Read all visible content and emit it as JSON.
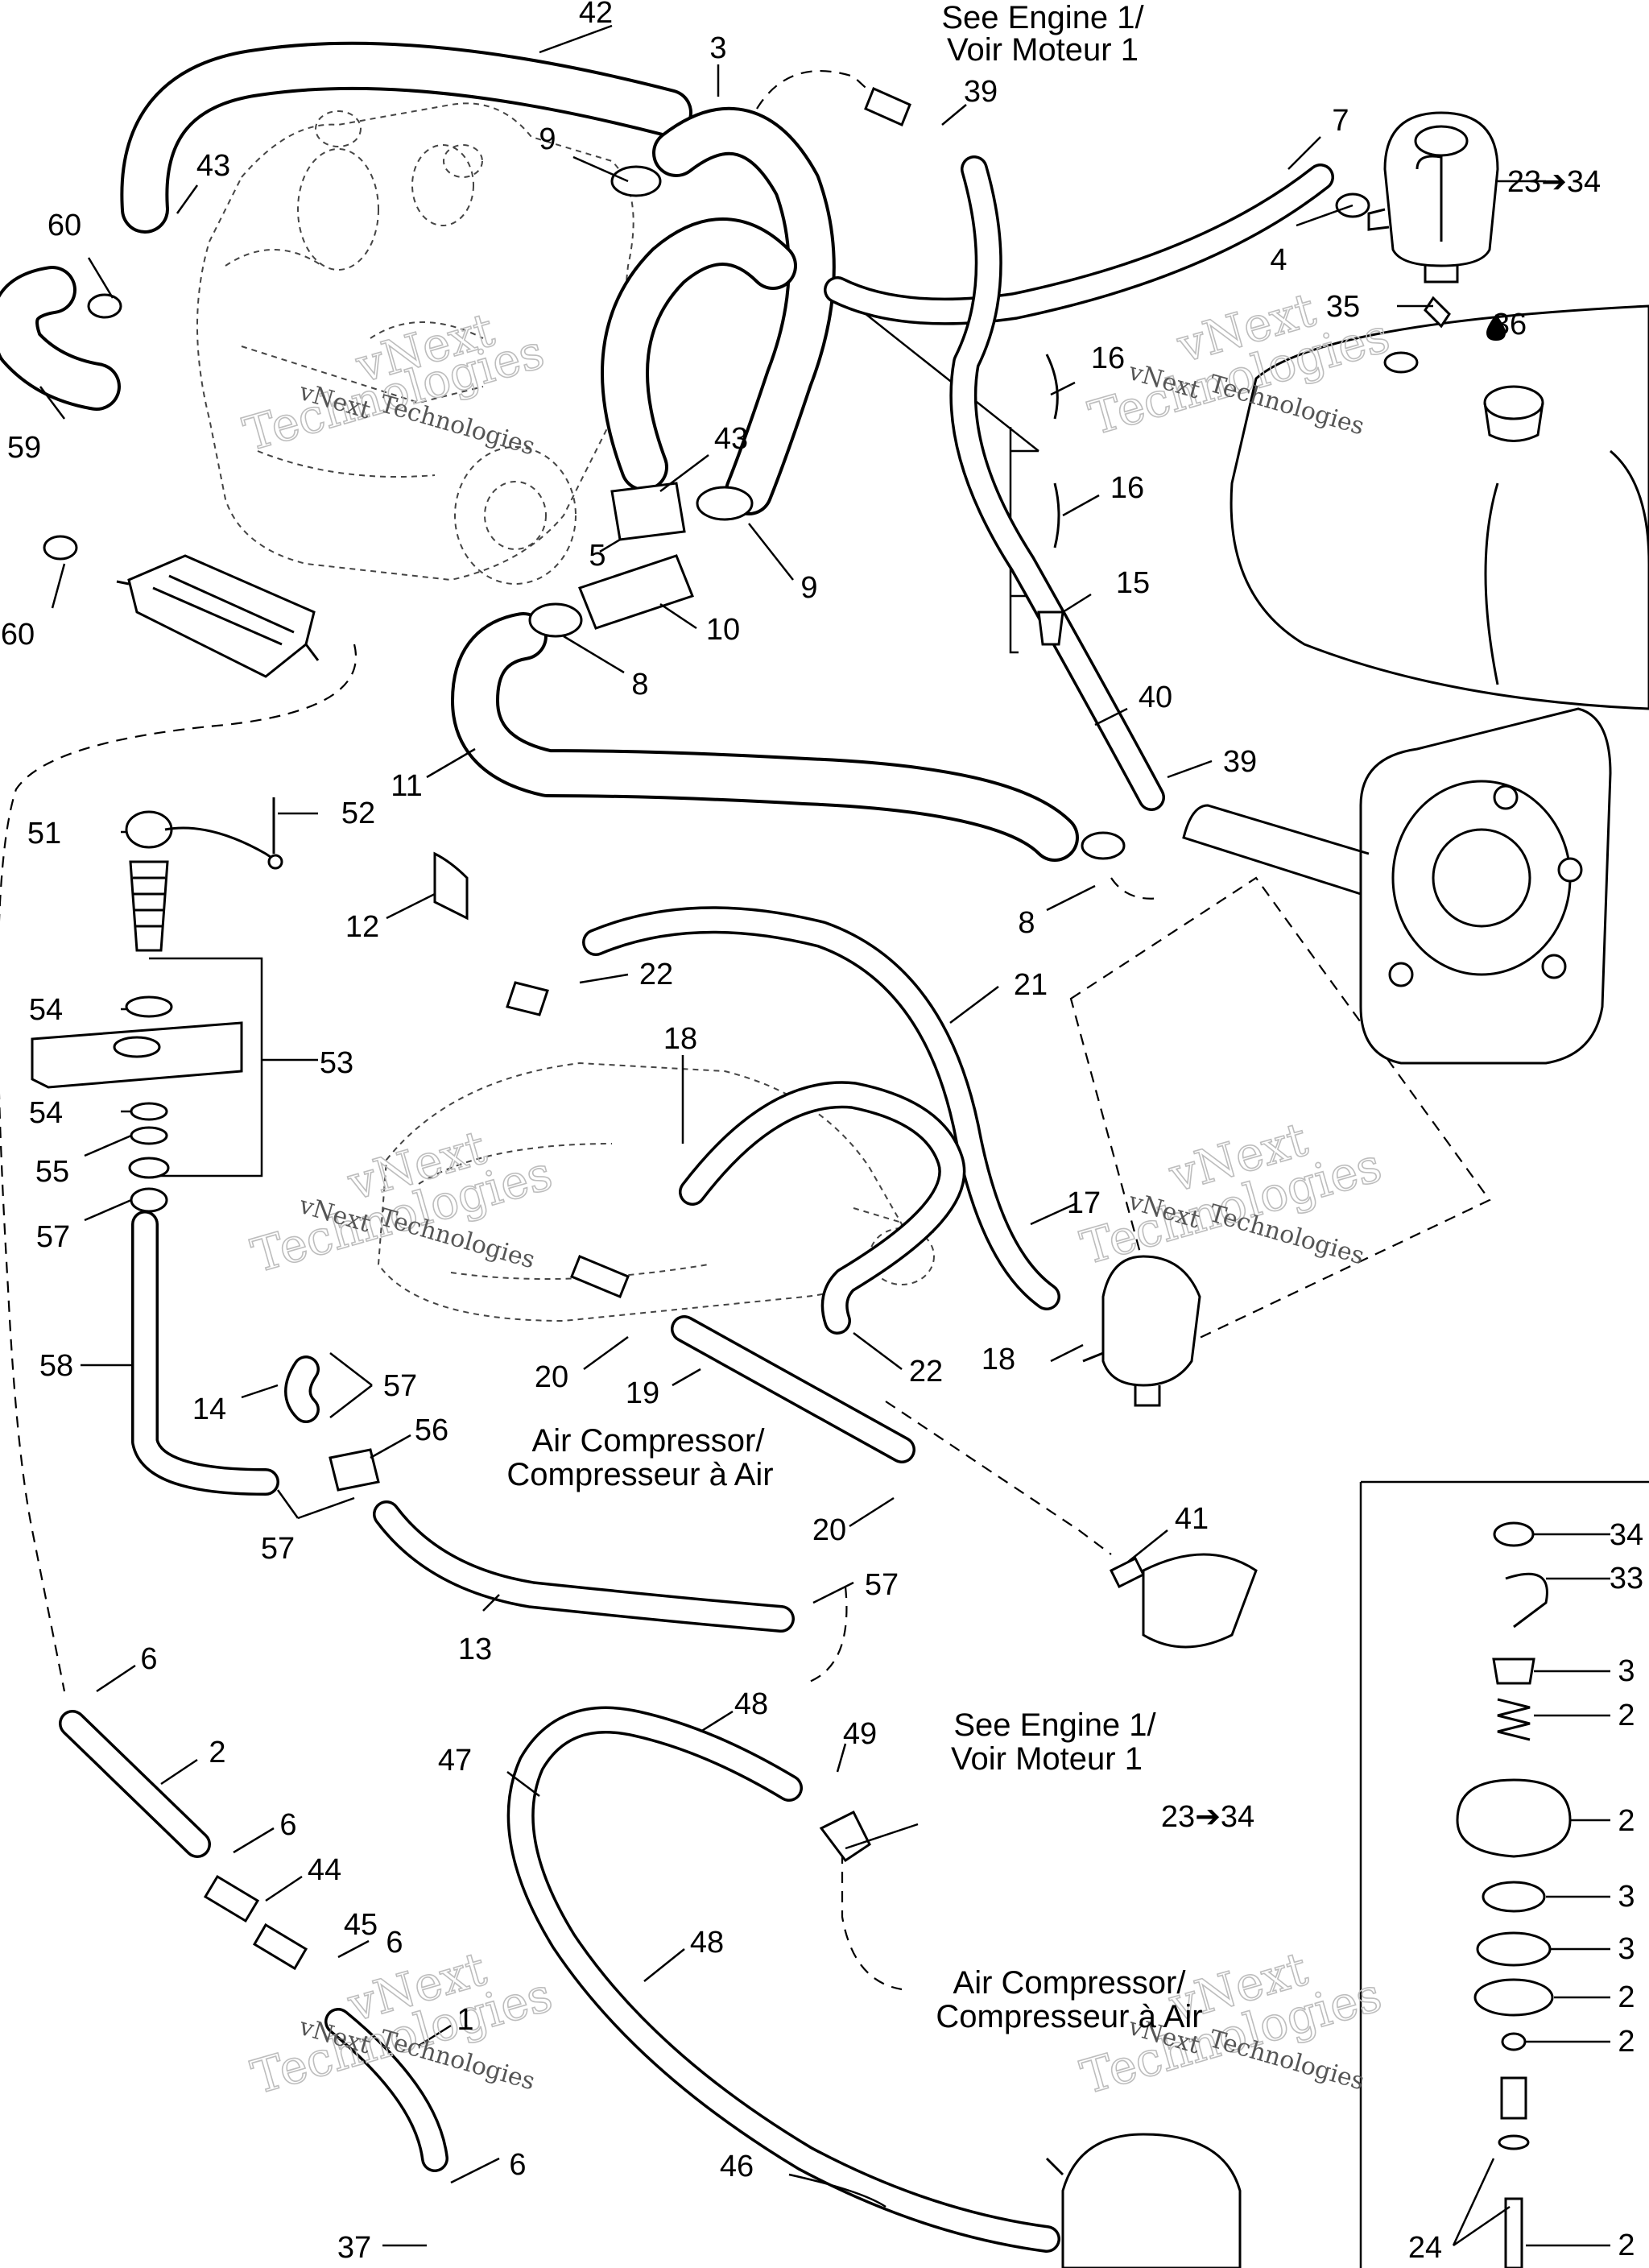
{
  "callouts": [
    {
      "id": "c42",
      "text": "42"
    },
    {
      "id": "c3",
      "text": "3"
    },
    {
      "id": "c39a",
      "text": "39"
    },
    {
      "id": "c7",
      "text": "7"
    },
    {
      "id": "c23a",
      "text": "23➔34"
    },
    {
      "id": "c9a",
      "text": "9"
    },
    {
      "id": "c43a",
      "text": "43"
    },
    {
      "id": "c60a",
      "text": "60"
    },
    {
      "id": "c4",
      "text": "4"
    },
    {
      "id": "c35",
      "text": "35"
    },
    {
      "id": "c36",
      "text": "36"
    },
    {
      "id": "c16a",
      "text": "16"
    },
    {
      "id": "c43b",
      "text": "43"
    },
    {
      "id": "c59",
      "text": "59"
    },
    {
      "id": "c16b",
      "text": "16"
    },
    {
      "id": "c5",
      "text": "5"
    },
    {
      "id": "c9b",
      "text": "9"
    },
    {
      "id": "c15",
      "text": "15"
    },
    {
      "id": "c60b",
      "text": "60"
    },
    {
      "id": "c10",
      "text": "10"
    },
    {
      "id": "c8a",
      "text": "8"
    },
    {
      "id": "c40",
      "text": "40"
    },
    {
      "id": "c39b",
      "text": "39"
    },
    {
      "id": "c11",
      "text": "11"
    },
    {
      "id": "c51",
      "text": "51"
    },
    {
      "id": "c52",
      "text": "52"
    },
    {
      "id": "c12",
      "text": "12"
    },
    {
      "id": "c8b",
      "text": "8"
    },
    {
      "id": "c22a",
      "text": "22"
    },
    {
      "id": "c21",
      "text": "21"
    },
    {
      "id": "c54a",
      "text": "54"
    },
    {
      "id": "c53",
      "text": "53"
    },
    {
      "id": "c18a",
      "text": "18"
    },
    {
      "id": "c54b",
      "text": "54"
    },
    {
      "id": "c55",
      "text": "55"
    },
    {
      "id": "c17",
      "text": "17"
    },
    {
      "id": "c57a",
      "text": "57"
    },
    {
      "id": "c18b",
      "text": "18"
    },
    {
      "id": "c58",
      "text": "58"
    },
    {
      "id": "c20a",
      "text": "20"
    },
    {
      "id": "c22b",
      "text": "22"
    },
    {
      "id": "c19",
      "text": "19"
    },
    {
      "id": "c57b",
      "text": "57"
    },
    {
      "id": "c14",
      "text": "14"
    },
    {
      "id": "c56",
      "text": "56"
    },
    {
      "id": "c20b",
      "text": "20"
    },
    {
      "id": "c41",
      "text": "41"
    },
    {
      "id": "c57c",
      "text": "57"
    },
    {
      "id": "c57d",
      "text": "57"
    },
    {
      "id": "c13",
      "text": "13"
    },
    {
      "id": "c6a",
      "text": "6"
    },
    {
      "id": "c2",
      "text": "2"
    },
    {
      "id": "c48a",
      "text": "48"
    },
    {
      "id": "c49",
      "text": "49"
    },
    {
      "id": "c47",
      "text": "47"
    },
    {
      "id": "c6b",
      "text": "6"
    },
    {
      "id": "c44",
      "text": "44"
    },
    {
      "id": "c23b",
      "text": "23➔34"
    },
    {
      "id": "c45",
      "text": "45"
    },
    {
      "id": "c6c",
      "text": "6"
    },
    {
      "id": "c48b",
      "text": "48"
    },
    {
      "id": "c1",
      "text": "1"
    },
    {
      "id": "c6d",
      "text": "6"
    },
    {
      "id": "c46",
      "text": "46"
    },
    {
      "id": "c37",
      "text": "37"
    },
    {
      "id": "c24",
      "text": "24"
    },
    {
      "id": "k34",
      "text": "34"
    },
    {
      "id": "k33",
      "text": "33"
    },
    {
      "id": "k3x",
      "text": "3"
    },
    {
      "id": "k2a",
      "text": "2"
    },
    {
      "id": "k2b",
      "text": "2"
    },
    {
      "id": "k3y",
      "text": "3"
    },
    {
      "id": "k3z",
      "text": "3"
    },
    {
      "id": "k2c",
      "text": "2"
    },
    {
      "id": "k2d",
      "text": "2"
    },
    {
      "id": "k2e",
      "text": "2"
    }
  ],
  "notes": {
    "engine_top": [
      "See Engine 1/",
      "Voir Moteur 1"
    ],
    "air_top": [
      "Air Compressor/",
      "Compresseur à Air"
    ],
    "engine_bottom": [
      "See Engine 1/",
      "Voir Moteur 1"
    ],
    "air_bottom": [
      "Air Compressor/",
      "Compresseur à Air"
    ]
  },
  "watermark": {
    "line1": "vNext",
    "line2": "Technologies"
  }
}
